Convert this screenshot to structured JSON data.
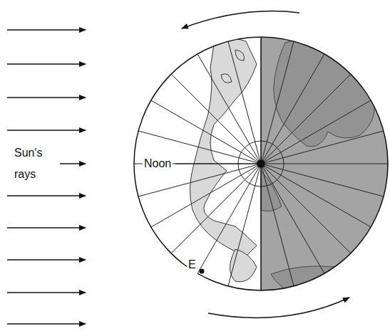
{
  "diagram": {
    "labels": [
      "Sun's rays",
      "Noon",
      "E"
    ]
  }
}
